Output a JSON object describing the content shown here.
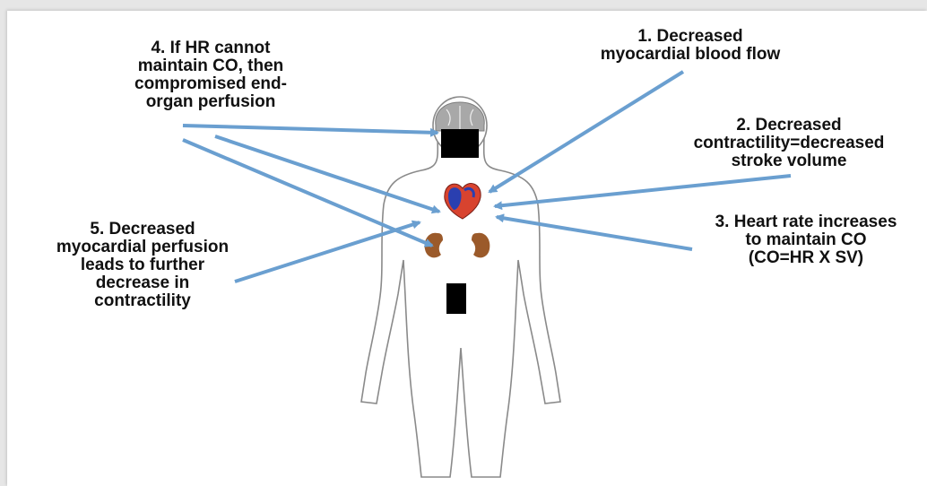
{
  "labels": {
    "decreased_blood_flow": "1. Decreased\nmyocardial blood flow",
    "decreased_contractility": "2. Decreased\ncontractility=decreased\nstroke volume",
    "heart_rate": "3. Heart rate increases\nto maintain CO\n(CO=HR X SV)",
    "end_organ": "4. If HR cannot\nmaintain CO, then\ncompromised end-\norgan perfusion",
    "perfusion": "5. Decreased\nmyocardial perfusion\nleads to further\ndecrease in\ncontractility"
  },
  "colors": {
    "arrow": "#6a9fd0",
    "outline": "#8a8a8a",
    "kidney": "#9b5a2a",
    "heart_red": "#d8432f",
    "heart_blue": "#2a3fb0",
    "brain": "#a8a8a8"
  }
}
